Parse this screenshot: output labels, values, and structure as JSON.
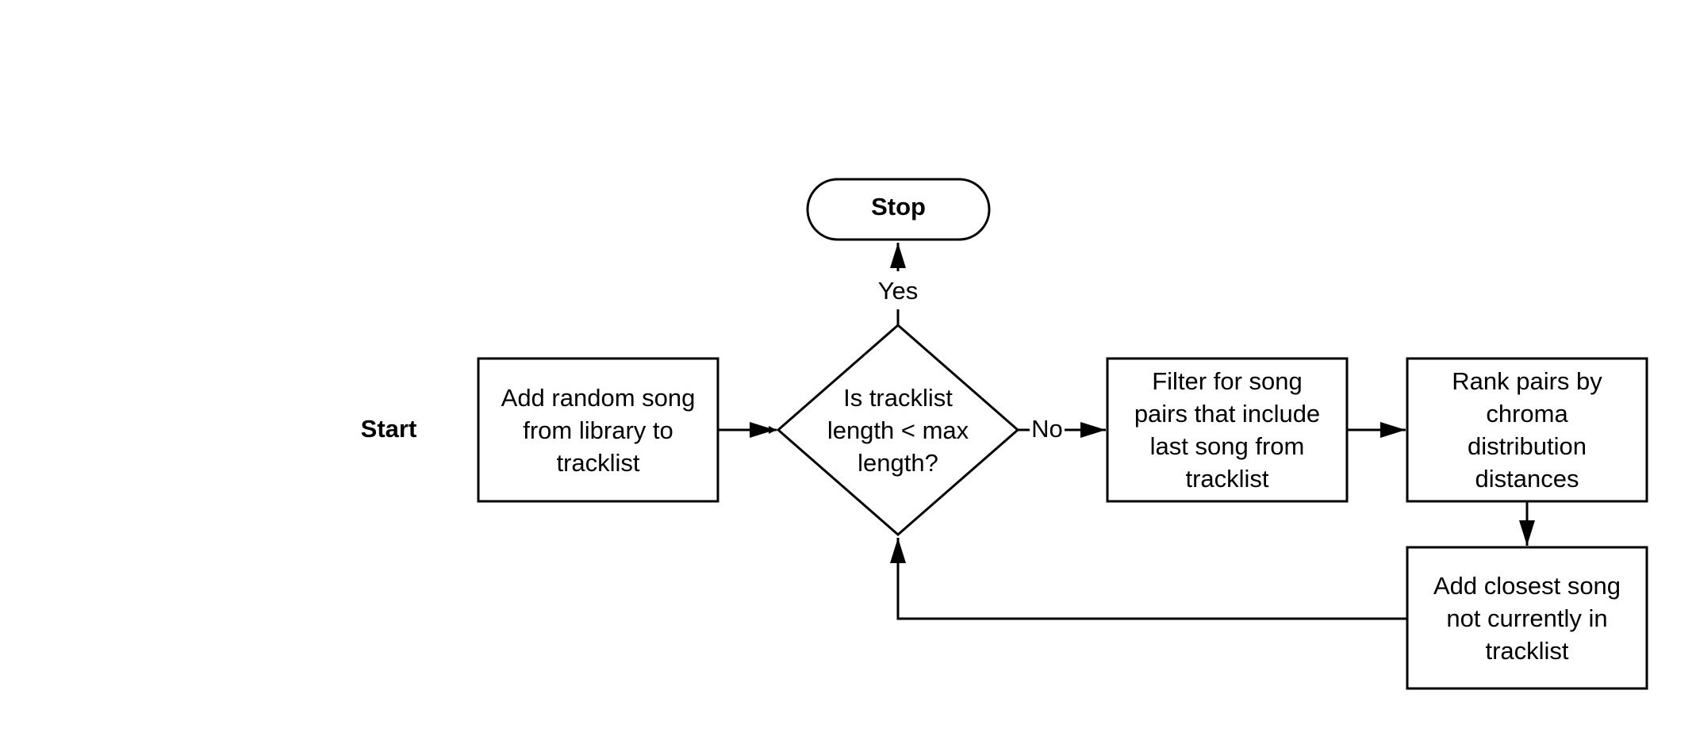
{
  "flowchart": {
    "start_label": "Start",
    "stop_label": "Stop",
    "add_random": "Add random song\nfrom library to\ntracklist",
    "decision": "Is tracklist\nlength < max\nlength?",
    "filter_pairs": "Filter for song\npairs that include\nlast song from\ntracklist",
    "rank_pairs": "Rank pairs by\nchroma\ndistribution\ndistances",
    "add_closest": "Add closest song\nnot currently in\ntracklist",
    "yes_label": "Yes",
    "no_label": "No"
  },
  "colors": {
    "stroke": "#000000",
    "background": "#ffffff"
  }
}
